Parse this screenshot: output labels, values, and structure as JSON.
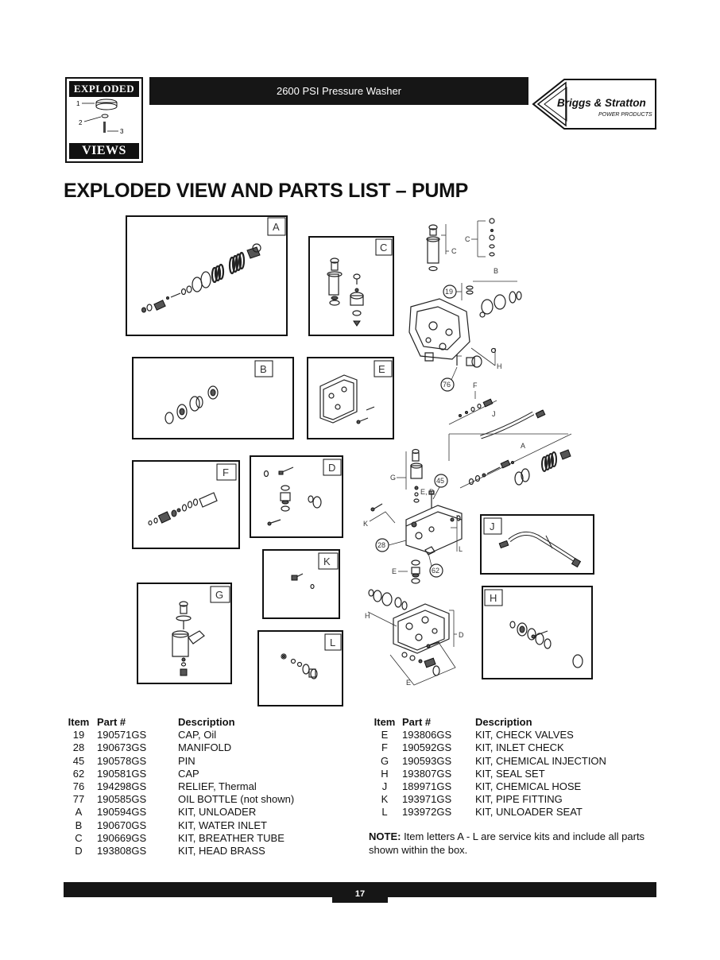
{
  "header": {
    "logo_top": "EXPLODED",
    "logo_bottom": "VIEWS",
    "logo_callouts": [
      "1",
      "2",
      "3"
    ],
    "title": "2600 PSI Pressure Washer",
    "brand_name": "Briggs & Stratton",
    "brand_sub": "POWER PRODUCTS"
  },
  "page_heading": "EXPLODED VIEW AND PARTS LIST – PUMP",
  "diagram": {
    "box_tags": [
      "A",
      "B",
      "C",
      "D",
      "E",
      "F",
      "G",
      "H",
      "J",
      "K",
      "L"
    ],
    "callouts": [
      "19",
      "76",
      "45",
      "28",
      "62"
    ],
    "main_labels": [
      "C",
      "C",
      "B",
      "H",
      "F",
      "J",
      "A",
      "G",
      "E, D",
      "K",
      "L",
      "E",
      "H",
      "D",
      "E"
    ]
  },
  "parts_headers": {
    "item": "Item",
    "part": "Part #",
    "description": "Description"
  },
  "parts_left": [
    {
      "item": "19",
      "part": "190571GS",
      "description": "CAP, Oil"
    },
    {
      "item": "28",
      "part": "190673GS",
      "description": "MANIFOLD"
    },
    {
      "item": "45",
      "part": "190578GS",
      "description": "PIN"
    },
    {
      "item": "62",
      "part": "190581GS",
      "description": "CAP"
    },
    {
      "item": "76",
      "part": "194298GS",
      "description": "RELIEF, Thermal"
    },
    {
      "item": "77",
      "part": "190585GS",
      "description": "OIL BOTTLE (not shown)"
    },
    {
      "item": "A",
      "part": "190594GS",
      "description": "KIT, UNLOADER"
    },
    {
      "item": "B",
      "part": "190670GS",
      "description": "KIT, WATER INLET"
    },
    {
      "item": "C",
      "part": "190669GS",
      "description": "KIT, BREATHER TUBE"
    },
    {
      "item": "D",
      "part": "193808GS",
      "description": "KIT, HEAD BRASS"
    }
  ],
  "parts_right": [
    {
      "item": "E",
      "part": "193806GS",
      "description": "KIT, CHECK VALVES"
    },
    {
      "item": "F",
      "part": "190592GS",
      "description": "KIT, INLET CHECK"
    },
    {
      "item": "G",
      "part": "190593GS",
      "description": "KIT, CHEMICAL INJECTION"
    },
    {
      "item": "H",
      "part": "193807GS",
      "description": "KIT, SEAL SET"
    },
    {
      "item": "J",
      "part": "189971GS",
      "description": "KIT, CHEMICAL HOSE"
    },
    {
      "item": "K",
      "part": "193971GS",
      "description": "KIT, PIPE FITTING"
    },
    {
      "item": "L",
      "part": "193972GS",
      "description": "KIT, UNLOADER SEAT"
    }
  ],
  "note": {
    "label": "NOTE:",
    "text": " Item letters A - L are service kits and include all parts shown within the box."
  },
  "footer": {
    "page_number": "17"
  }
}
